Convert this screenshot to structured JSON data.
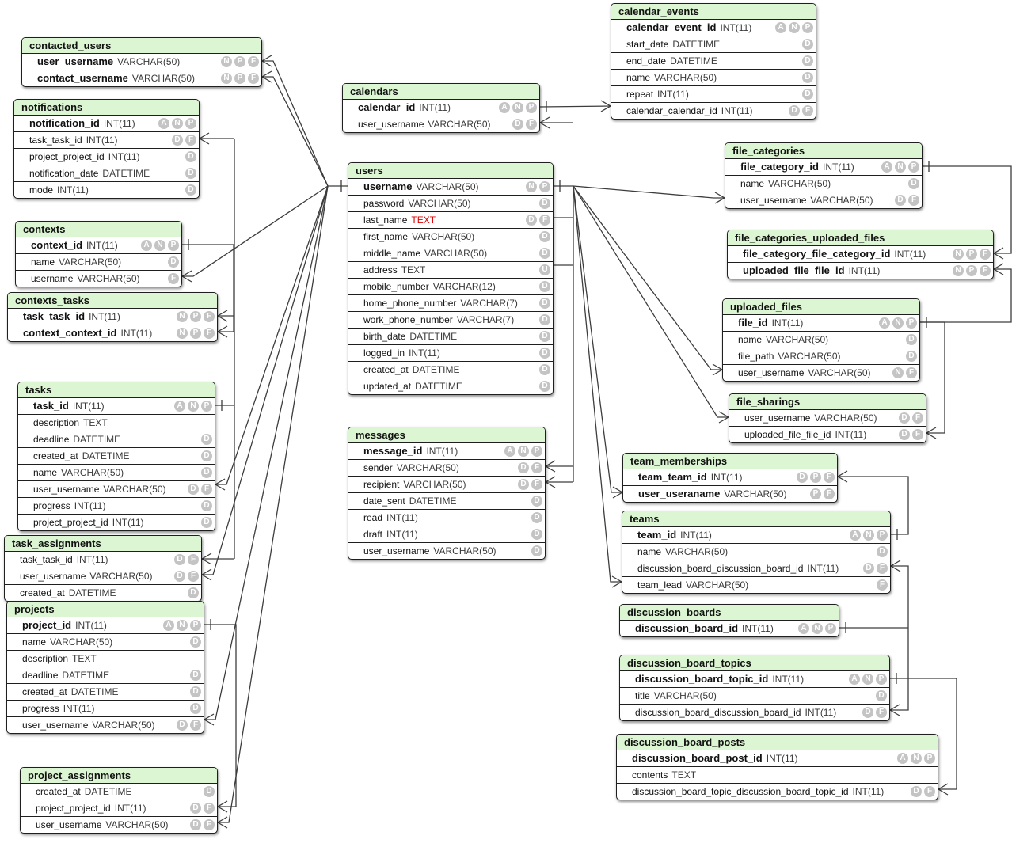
{
  "tables": [
    {
      "id": "contacted_users",
      "title": "contacted_users",
      "columns": [
        {
          "name": "user_username",
          "type": "VARCHAR(50)",
          "key": true,
          "flags": [
            "N",
            "P",
            "F"
          ]
        },
        {
          "name": "contact_username",
          "type": "VARCHAR(50)",
          "key": true,
          "flags": [
            "N",
            "P",
            "F"
          ]
        }
      ]
    },
    {
      "id": "notifications",
      "title": "notifications",
      "columns": [
        {
          "name": "notification_id",
          "type": "INT(11)",
          "key": true,
          "flags": [
            "A",
            "N",
            "P"
          ]
        },
        {
          "name": "task_task_id",
          "type": "INT(11)",
          "flags": [
            "D",
            "F"
          ]
        },
        {
          "name": "project_project_id",
          "type": "INT(11)",
          "flags": [
            "D"
          ]
        },
        {
          "name": "notification_date",
          "type": "DATETIME",
          "flags": [
            "D"
          ]
        },
        {
          "name": "mode",
          "type": "INT(11)",
          "flags": [
            "D"
          ]
        }
      ]
    },
    {
      "id": "contexts",
      "title": "contexts",
      "columns": [
        {
          "name": "context_id",
          "type": "INT(11)",
          "key": true,
          "flags": [
            "A",
            "N",
            "P"
          ]
        },
        {
          "name": "name",
          "type": "VARCHAR(50)",
          "flags": [
            "D"
          ]
        },
        {
          "name": "username",
          "type": "VARCHAR(50)",
          "flags": [
            "F"
          ]
        }
      ]
    },
    {
      "id": "contexts_tasks",
      "title": "contexts_tasks",
      "columns": [
        {
          "name": "task_task_id",
          "type": "INT(11)",
          "key": true,
          "flags": [
            "N",
            "P",
            "F"
          ]
        },
        {
          "name": "context_context_id",
          "type": "INT(11)",
          "key": true,
          "flags": [
            "N",
            "P",
            "F"
          ]
        }
      ]
    },
    {
      "id": "tasks",
      "title": "tasks",
      "columns": [
        {
          "name": "task_id",
          "type": "INT(11)",
          "key": true,
          "flags": [
            "A",
            "N",
            "P"
          ]
        },
        {
          "name": "description",
          "type": "TEXT",
          "flags": []
        },
        {
          "name": "deadline",
          "type": "DATETIME",
          "flags": [
            "D"
          ]
        },
        {
          "name": "created_at",
          "type": "DATETIME",
          "flags": [
            "D"
          ]
        },
        {
          "name": "name",
          "type": "VARCHAR(50)",
          "flags": [
            "D"
          ]
        },
        {
          "name": "user_username",
          "type": "VARCHAR(50)",
          "flags": [
            "D",
            "F"
          ]
        },
        {
          "name": "progress",
          "type": "INT(11)",
          "flags": [
            "D"
          ]
        },
        {
          "name": "project_project_id",
          "type": "INT(11)",
          "flags": [
            "D"
          ]
        }
      ]
    },
    {
      "id": "task_assignments",
      "title": "task_assignments",
      "columns": [
        {
          "name": "task_task_id",
          "type": "INT(11)",
          "flags": [
            "D",
            "F"
          ]
        },
        {
          "name": "user_username",
          "type": "VARCHAR(50)",
          "flags": [
            "D",
            "F"
          ]
        },
        {
          "name": "created_at",
          "type": "DATETIME",
          "flags": [
            "D"
          ]
        }
      ]
    },
    {
      "id": "projects",
      "title": "projects",
      "columns": [
        {
          "name": "project_id",
          "type": "INT(11)",
          "key": true,
          "flags": [
            "A",
            "N",
            "P"
          ]
        },
        {
          "name": "name",
          "type": "VARCHAR(50)",
          "flags": [
            "D"
          ]
        },
        {
          "name": "description",
          "type": "TEXT",
          "flags": []
        },
        {
          "name": "deadline",
          "type": "DATETIME",
          "flags": [
            "D"
          ]
        },
        {
          "name": "created_at",
          "type": "DATETIME",
          "flags": [
            "D"
          ]
        },
        {
          "name": "progress",
          "type": "INT(11)",
          "flags": [
            "D"
          ]
        },
        {
          "name": "user_username",
          "type": "VARCHAR(50)",
          "flags": [
            "D",
            "F"
          ]
        }
      ]
    },
    {
      "id": "project_assignments",
      "title": "project_assignments",
      "columns": [
        {
          "name": "created_at",
          "type": "DATETIME",
          "flags": [
            "D"
          ]
        },
        {
          "name": "project_project_id",
          "type": "INT(11)",
          "flags": [
            "D",
            "F"
          ]
        },
        {
          "name": "user_username",
          "type": "VARCHAR(50)",
          "flags": [
            "D",
            "F"
          ]
        }
      ]
    },
    {
      "id": "calendars",
      "title": "calendars",
      "columns": [
        {
          "name": "calendar_id",
          "type": "INT(11)",
          "key": true,
          "flags": [
            "A",
            "N",
            "P"
          ]
        },
        {
          "name": "user_username",
          "type": "VARCHAR(50)",
          "flags": [
            "D",
            "F"
          ]
        }
      ]
    },
    {
      "id": "users",
      "title": "users",
      "columns": [
        {
          "name": "username",
          "type": "VARCHAR(50)",
          "key": true,
          "flags": [
            "N",
            "P"
          ]
        },
        {
          "name": "password",
          "type": "VARCHAR(50)",
          "flags": [
            "D"
          ]
        },
        {
          "name": "last_name",
          "type": "TEXT",
          "type_color": "red",
          "flags": [
            "D",
            "F"
          ]
        },
        {
          "name": "first_name",
          "type": "VARCHAR(50)",
          "flags": [
            "D"
          ]
        },
        {
          "name": "middle_name",
          "type": "VARCHAR(50)",
          "flags": [
            "D"
          ]
        },
        {
          "name": "address",
          "type": "TEXT",
          "flags": [
            "U"
          ]
        },
        {
          "name": "mobile_number",
          "type": "VARCHAR(12)",
          "flags": [
            "D"
          ]
        },
        {
          "name": "home_phone_number",
          "type": "VARCHAR(7)",
          "flags": [
            "D"
          ]
        },
        {
          "name": "work_phone_number",
          "type": "VARCHAR(7)",
          "flags": [
            "D"
          ]
        },
        {
          "name": "birth_date",
          "type": "DATETIME",
          "flags": [
            "D"
          ]
        },
        {
          "name": "logged_in",
          "type": "INT(11)",
          "flags": [
            "D"
          ]
        },
        {
          "name": "created_at",
          "type": "DATETIME",
          "flags": [
            "D"
          ]
        },
        {
          "name": "updated_at",
          "type": "DATETIME",
          "flags": [
            "D"
          ]
        }
      ]
    },
    {
      "id": "messages",
      "title": "messages",
      "columns": [
        {
          "name": "message_id",
          "type": "INT(11)",
          "key": true,
          "flags": [
            "A",
            "N",
            "P"
          ]
        },
        {
          "name": "sender",
          "type": "VARCHAR(50)",
          "flags": [
            "D",
            "F"
          ]
        },
        {
          "name": "recipient",
          "type": "VARCHAR(50)",
          "flags": [
            "D",
            "F"
          ]
        },
        {
          "name": "date_sent",
          "type": "DATETIME",
          "flags": [
            "D"
          ]
        },
        {
          "name": "read",
          "type": "INT(11)",
          "flags": [
            "D"
          ]
        },
        {
          "name": "draft",
          "type": "INT(11)",
          "flags": [
            "D"
          ]
        },
        {
          "name": "user_username",
          "type": "VARCHAR(50)",
          "flags": [
            "D"
          ]
        }
      ]
    },
    {
      "id": "calendar_events",
      "title": "calendar_events",
      "columns": [
        {
          "name": "calendar_event_id",
          "type": "INT(11)",
          "key": true,
          "flags": [
            "A",
            "N",
            "P"
          ]
        },
        {
          "name": "start_date",
          "type": "DATETIME",
          "flags": [
            "D"
          ]
        },
        {
          "name": "end_date",
          "type": "DATETIME",
          "flags": [
            "D"
          ]
        },
        {
          "name": "name",
          "type": "VARCHAR(50)",
          "flags": [
            "D"
          ]
        },
        {
          "name": "repeat",
          "type": "INT(11)",
          "flags": [
            "D"
          ]
        },
        {
          "name": "calendar_calendar_id",
          "type": "INT(11)",
          "flags": [
            "D",
            "F"
          ]
        }
      ]
    },
    {
      "id": "file_categories",
      "title": "file_categories",
      "columns": [
        {
          "name": "file_category_id",
          "type": "INT(11)",
          "key": true,
          "flags": [
            "A",
            "N",
            "P"
          ]
        },
        {
          "name": "name",
          "type": "VARCHAR(50)",
          "flags": [
            "D"
          ]
        },
        {
          "name": "user_username",
          "type": "VARCHAR(50)",
          "flags": [
            "D",
            "F"
          ]
        }
      ]
    },
    {
      "id": "file_categories_uploaded_files",
      "title": "file_categories_uploaded_files",
      "columns": [
        {
          "name": "file_category_file_category_id",
          "type": "INT(11)",
          "key": true,
          "flags": [
            "N",
            "P",
            "F"
          ]
        },
        {
          "name": "uploaded_file_file_id",
          "type": "INT(11)",
          "key": true,
          "flags": [
            "N",
            "P",
            "F"
          ]
        }
      ]
    },
    {
      "id": "uploaded_files",
      "title": "uploaded_files",
      "columns": [
        {
          "name": "file_id",
          "type": "INT(11)",
          "key": true,
          "flags": [
            "A",
            "N",
            "P"
          ]
        },
        {
          "name": "name",
          "type": "VARCHAR(50)",
          "flags": [
            "D"
          ]
        },
        {
          "name": "file_path",
          "type": "VARCHAR(50)",
          "flags": [
            "D"
          ]
        },
        {
          "name": "user_username",
          "type": "VARCHAR(50)",
          "flags": [
            "N",
            "F"
          ]
        }
      ]
    },
    {
      "id": "file_sharings",
      "title": "file_sharings",
      "columns": [
        {
          "name": "user_username",
          "type": "VARCHAR(50)",
          "flags": [
            "D",
            "F"
          ]
        },
        {
          "name": "uploaded_file_file_id",
          "type": "INT(11)",
          "flags": [
            "D",
            "F"
          ]
        }
      ]
    },
    {
      "id": "team_memberships",
      "title": "team_memberships",
      "columns": [
        {
          "name": "team_team_id",
          "type": "INT(11)",
          "key": true,
          "flags": [
            "D",
            "P",
            "F"
          ]
        },
        {
          "name": "user_useraname",
          "type": "VARCHAR(50)",
          "key": true,
          "flags": [
            "P",
            "F"
          ]
        }
      ]
    },
    {
      "id": "teams",
      "title": "teams",
      "columns": [
        {
          "name": "team_id",
          "type": "INT(11)",
          "key": true,
          "flags": [
            "A",
            "N",
            "P"
          ]
        },
        {
          "name": "name",
          "type": "VARCHAR(50)",
          "flags": [
            "D"
          ]
        },
        {
          "name": "discussion_board_discussion_board_id",
          "type": "INT(11)",
          "flags": [
            "D",
            "F"
          ]
        },
        {
          "name": "team_lead",
          "type": "VARCHAR(50)",
          "flags": [
            "F"
          ]
        }
      ]
    },
    {
      "id": "discussion_boards",
      "title": "discussion_boards",
      "columns": [
        {
          "name": "discussion_board_id",
          "type": "INT(11)",
          "key": true,
          "flags": [
            "A",
            "N",
            "P"
          ]
        }
      ]
    },
    {
      "id": "discussion_board_topics",
      "title": "discussion_board_topics",
      "columns": [
        {
          "name": "discussion_board_topic_id",
          "type": "INT(11)",
          "key": true,
          "flags": [
            "A",
            "N",
            "P"
          ]
        },
        {
          "name": "title",
          "type": "VARCHAR(50)",
          "flags": [
            "D"
          ]
        },
        {
          "name": "discussion_board_discussion_board_id",
          "type": "INT(11)",
          "flags": [
            "D",
            "F"
          ]
        }
      ]
    },
    {
      "id": "discussion_board_posts",
      "title": "discussion_board_posts",
      "columns": [
        {
          "name": "discussion_board_post_id",
          "type": "INT(11)",
          "key": true,
          "flags": [
            "A",
            "N",
            "P"
          ]
        },
        {
          "name": "contents",
          "type": "TEXT",
          "flags": []
        },
        {
          "name": "discussion_board_topic_discussion_board_topic_id",
          "type": "INT(11)",
          "flags": [
            "D",
            "F"
          ]
        }
      ]
    }
  ]
}
